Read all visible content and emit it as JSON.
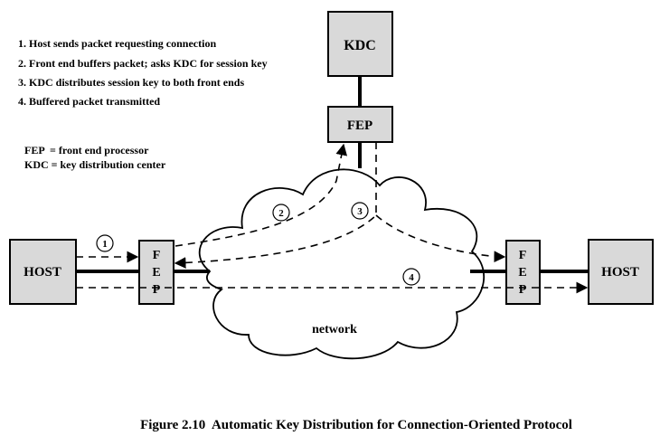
{
  "legend": {
    "steps": [
      "1. Host sends packet requesting connection",
      "2. Front end buffers packet; asks KDC for session key",
      "3. KDC distributes session key to both front ends",
      "4. Buffered packet transmitted"
    ],
    "abbreviations": [
      "FEP  = front end processor",
      "KDC = key distribution center"
    ]
  },
  "nodes": {
    "kdc": "KDC",
    "kdc_fep": "FEP",
    "host_left": "HOST",
    "host_right": "HOST",
    "fep_left_letters": [
      "F",
      "E",
      "P"
    ],
    "fep_right_letters": [
      "F",
      "E",
      "P"
    ],
    "network": "network"
  },
  "step_markers": [
    "1",
    "2",
    "3",
    "4"
  ],
  "caption": "Figure 2.10  Automatic Key Distribution for Connection-Oriented Protocol",
  "colors": {
    "box_fill": "#d9d9d9",
    "stroke": "#000000",
    "background": "#ffffff"
  }
}
